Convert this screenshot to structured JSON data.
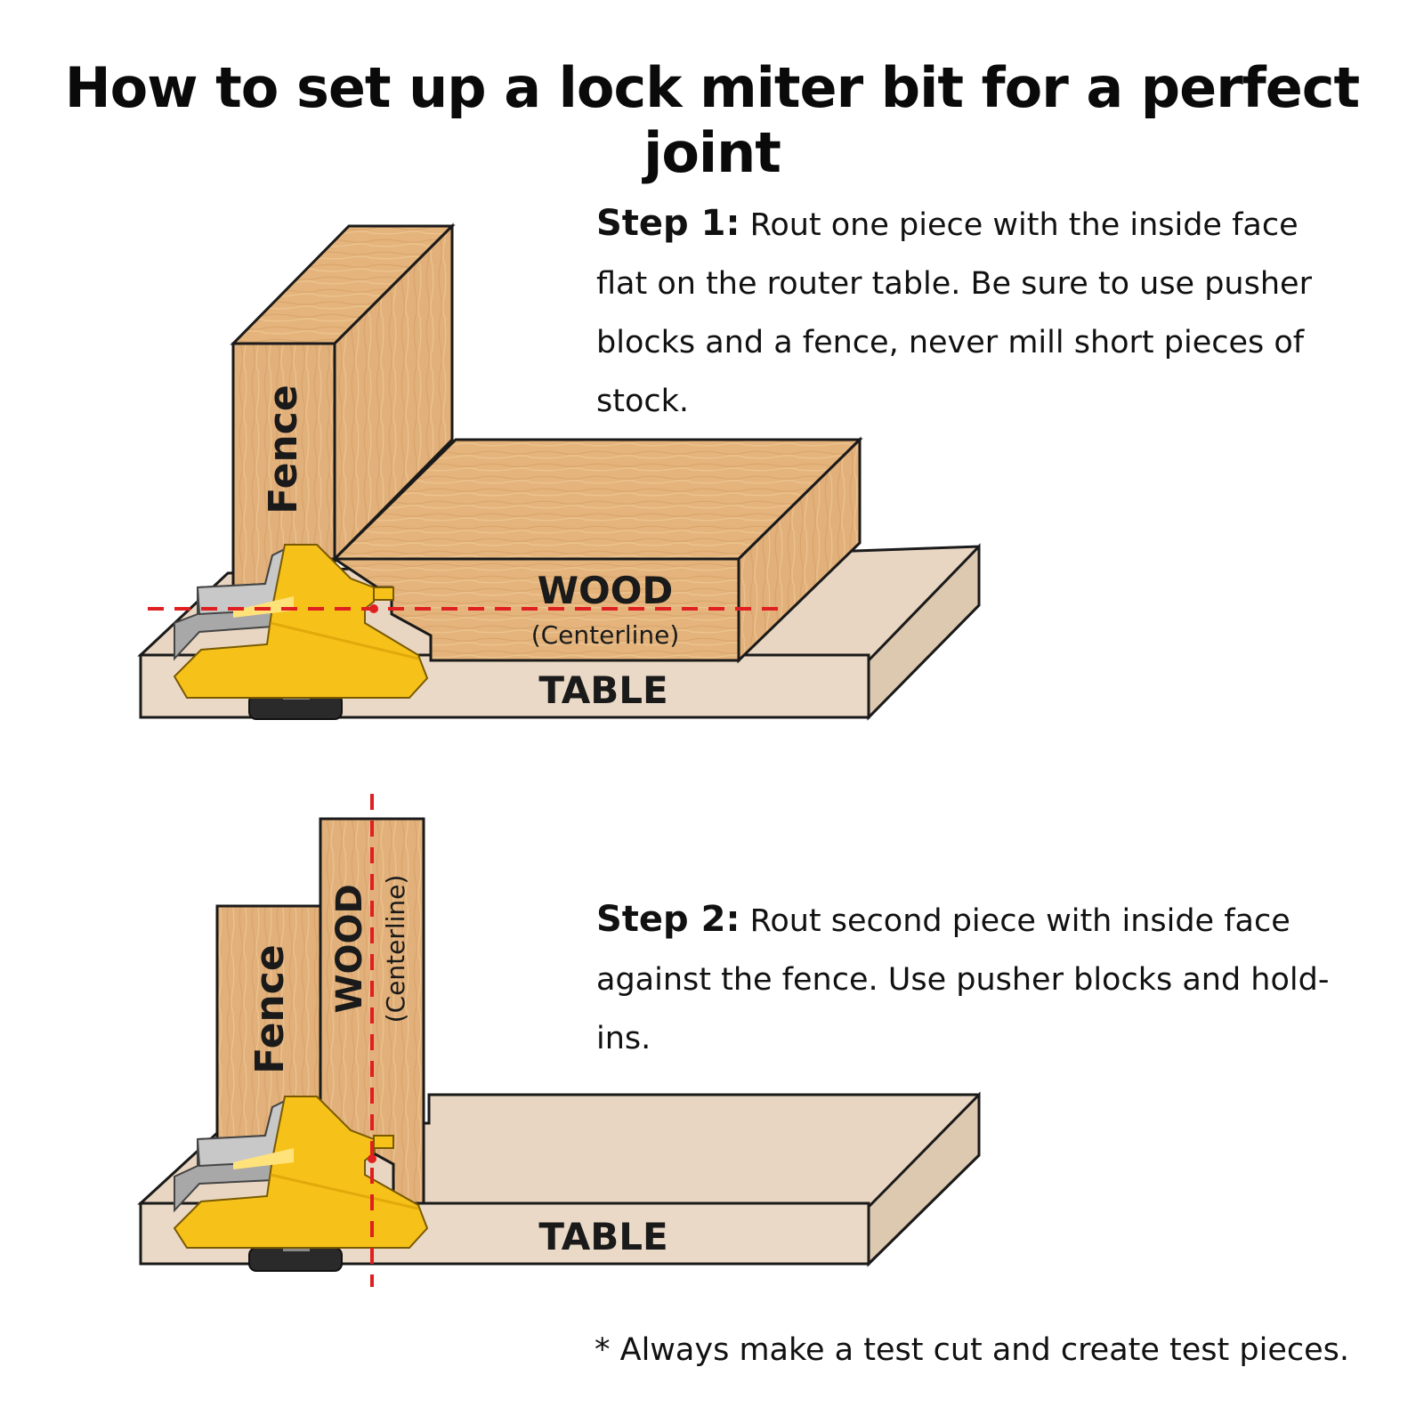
{
  "title": "How to set up a lock miter bit for a perfect joint",
  "steps": [
    {
      "heading": "Step 1:",
      "text": " Rout one piece with the inside face flat on the router table. Be sure to use pusher blocks and a fence, never mill short pieces of stock."
    },
    {
      "heading": "Step 2:",
      "text": " Rout second piece with inside face against the fence. Use pusher blocks and hold-ins."
    }
  ],
  "note": "* Always make a test cut and create test pieces.",
  "labels": {
    "fence": "Fence",
    "wood": "WOOD",
    "centerline": "(Centerline)",
    "table": "TABLE"
  },
  "colors": {
    "wood": "#e4b47c",
    "table": "#e8d6c2",
    "bit_yellow": "#f6c21a",
    "steel": "#9a9a9a",
    "centerline": "#e02020",
    "outline": "#1a1a1a"
  }
}
